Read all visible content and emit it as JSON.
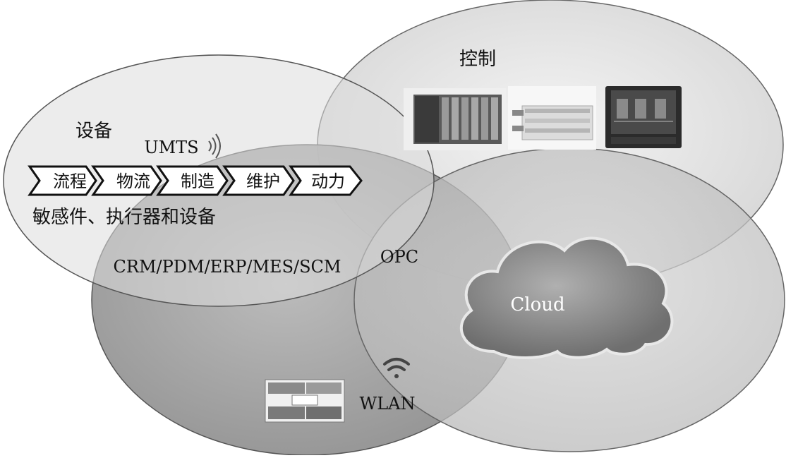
{
  "regions": {
    "control": {
      "label": "控制"
    },
    "device": {
      "label": "设备"
    },
    "enterprise": {
      "label": "CRM/PDM/ERP/MES/SCM"
    }
  },
  "device": {
    "network": "UMTS",
    "chain": [
      "流程",
      "物流",
      "制造",
      "维护",
      "动力"
    ],
    "subtitle": "敏感件、执行器和设备"
  },
  "links": {
    "opc": "OPC",
    "wlan": "WLAN"
  },
  "cloud": {
    "label": "Cloud"
  },
  "control_images": [
    "plc-rack-image",
    "io-module-image",
    "hmi-panel-image"
  ],
  "icons": [
    "wireless-signal-icon",
    "wifi-icon"
  ],
  "colors": {
    "ellipse_light": "#e6e6e6",
    "ellipse_mid": "#cfcfcf",
    "ellipse_dark": "#9e9e9e",
    "cloud_fill": "#8c8c8c",
    "stroke": "#555555"
  }
}
